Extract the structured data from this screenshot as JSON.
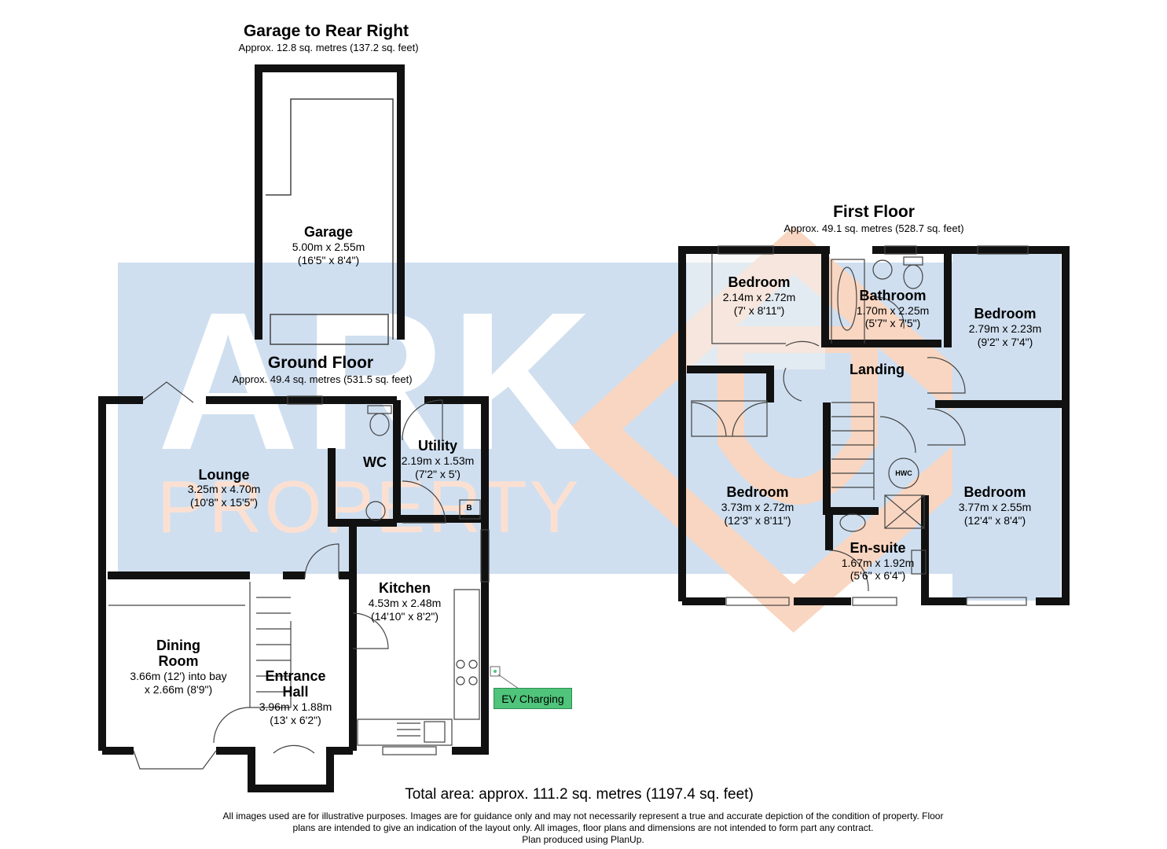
{
  "watermark": {
    "name": "ARK",
    "sub": "PROPERTY"
  },
  "colors": {
    "wall": "#111111",
    "blue_panel": "#cfdff0",
    "orange_mark": "#f9d6c1",
    "ev_badge": "#4fc47a"
  },
  "garage_section": {
    "title": "Garage to Rear Right",
    "area": "Approx. 12.8 sq. metres (137.2 sq. feet)"
  },
  "ground_floor": {
    "title": "Ground Floor",
    "area": "Approx. 49.4 sq. metres (531.5 sq. feet)"
  },
  "first_floor": {
    "title": "First Floor",
    "area": "Approx. 49.1 sq. metres (528.7 sq. feet)"
  },
  "rooms": {
    "garage": {
      "name": "Garage",
      "metric": "5.00m x 2.55m",
      "imperial": "(16'5\" x 8'4\")"
    },
    "lounge": {
      "name": "Lounge",
      "metric": "3.25m x 4.70m",
      "imperial": "(10'8\" x 15'5\")"
    },
    "wc": {
      "name": "WC"
    },
    "utility": {
      "name": "Utility",
      "metric": "2.19m x 1.53m",
      "imperial": "(7'2\" x 5')"
    },
    "kitchen": {
      "name": "Kitchen",
      "metric": "4.53m x 2.48m",
      "imperial": "(14'10\" x 8'2\")"
    },
    "dining": {
      "name1": "Dining",
      "name2": "Room",
      "line1": "3.66m (12') into bay",
      "line2": "x 2.66m (8'9\")"
    },
    "hall": {
      "name1": "Entrance",
      "name2": "Hall",
      "metric": "3.96m x 1.88m",
      "imperial": "(13' x 6'2\")"
    },
    "bed_tl": {
      "name": "Bedroom",
      "metric": "2.14m x 2.72m",
      "imperial": "(7' x 8'11\")"
    },
    "bathroom": {
      "name": "Bathroom",
      "metric": "1.70m x 2.25m",
      "imperial": "(5'7\" x 7'5\")"
    },
    "bed_tr": {
      "name": "Bedroom",
      "metric": "2.79m x 2.23m",
      "imperial": "(9'2\" x 7'4\")"
    },
    "landing": {
      "name": "Landing"
    },
    "bed_bl": {
      "name": "Bedroom",
      "metric": "3.73m x 2.72m",
      "imperial": "(12'3\" x 8'11\")"
    },
    "bed_br": {
      "name": "Bedroom",
      "metric": "3.77m x 2.55m",
      "imperial": "(12'4\" x 8'4\")"
    },
    "ensuite": {
      "name": "En-suite",
      "metric": "1.67m x 1.92m",
      "imperial": "(5'6\" x 6'4\")"
    }
  },
  "labels": {
    "boiler": "B",
    "hwc": "HWC"
  },
  "ev_label": "EV Charging",
  "total_area": "Total area: approx. 111.2 sq. metres (1197.4 sq. feet)",
  "disclaimer": [
    "All images used are for illustrative purposes. Images are for guidance only and may not necessarily represent a true and accurate depiction of the condition of property. Floor",
    "plans are intended to give an indication of the layout only. All images, floor plans and dimensions are not intended to form part any contract.",
    "Plan produced using PlanUp."
  ]
}
